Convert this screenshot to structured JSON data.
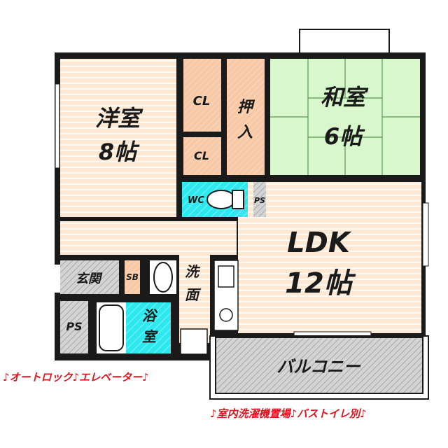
{
  "rooms": {
    "western": {
      "name": "洋室",
      "size": "8帖"
    },
    "japanese": {
      "name": "和室",
      "size": "6帖"
    },
    "ldk": {
      "name": "LDK",
      "size": "12帖"
    },
    "closet1": "CL",
    "closet2": "CL",
    "oshiire": [
      "押",
      "入"
    ],
    "wc": "WC",
    "ps1": "PS",
    "ps2": "PS",
    "entrance": "玄関",
    "shoebox": "SB",
    "washroom": [
      "洗",
      "面"
    ],
    "bath": [
      "浴",
      "室"
    ],
    "balcony": "バルコニー"
  },
  "features": {
    "left": "♪オートロック♪エレベーター♪",
    "right": "♪室内洗濯機置場♪バストイレ別♪"
  },
  "colors": {
    "floor": "#fbe9d6",
    "tatami": "#d9f7cc",
    "closet": "#f8c9a6",
    "water": "#2ee8ef",
    "hatch": "#c8c8c8",
    "wall": "#1a1a1a",
    "feature_text": "#e0141e"
  }
}
